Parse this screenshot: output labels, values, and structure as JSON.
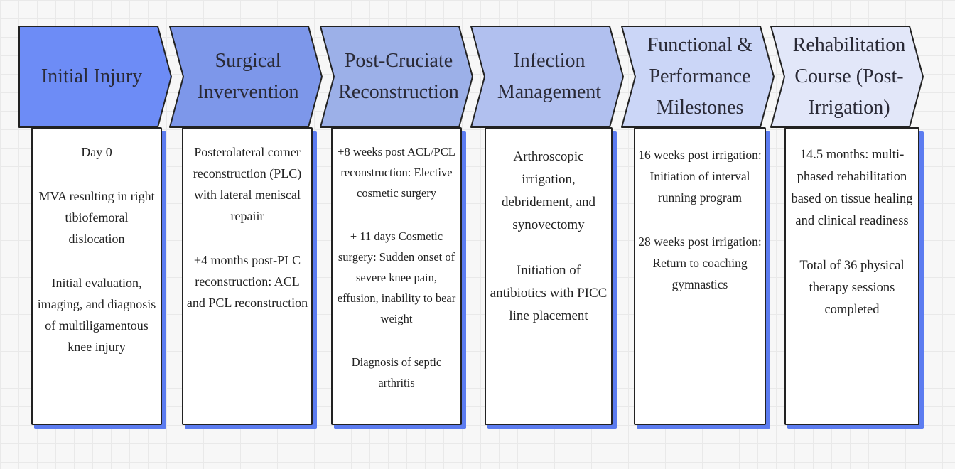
{
  "colors": {
    "stage_fills": [
      "#6d8cf6",
      "#7d97ea",
      "#9cb0e8",
      "#b1c0ef",
      "#cbd6f7",
      "#e2e7f9"
    ],
    "card_shadow": "#5c7cf0",
    "stroke": "#222222"
  },
  "stages": [
    {
      "title": "Initial Injury",
      "details": [
        "Day 0",
        "MVA resulting in right tibiofemoral dislocation",
        "Initial evaluation, imaging, and diagnosis of multiligamentous knee injury"
      ]
    },
    {
      "title": "Surgical Invervention",
      "details": [
        "Posterolateral corner reconstruction (PLC) with lateral meniscal repaiir",
        "+4 months post-PLC reconstruction: ACL and PCL reconstruction"
      ]
    },
    {
      "title": "Post-Cruciate Reconstruction",
      "details": [
        "+8 weeks post ACL/PCL reconstruction: Elective cosmetic surgery",
        "+ 11 days Cosmetic surgery: Sudden onset of severe knee pain, effusion, inability to bear weight",
        "Diagnosis of septic arthritis"
      ]
    },
    {
      "title": "Infection Management",
      "details": [
        "Arthroscopic irrigation, debridement, and synovectomy",
        "Initiation of antibiotics with PICC line placement"
      ]
    },
    {
      "title": "Functional & Performance Milestones",
      "details": [
        "16 weeks post irrigation: Initiation of interval running program",
        "28 weeks post irrigation: Return to coaching gymnastics"
      ]
    },
    {
      "title": "Rehabilitation Course (Post-Irrigation)",
      "details": [
        "14.5 months: multi-phased rehabilitation based on tissue healing and clinical readiness",
        "Total of 36 physical therapy sessions completed"
      ]
    }
  ]
}
